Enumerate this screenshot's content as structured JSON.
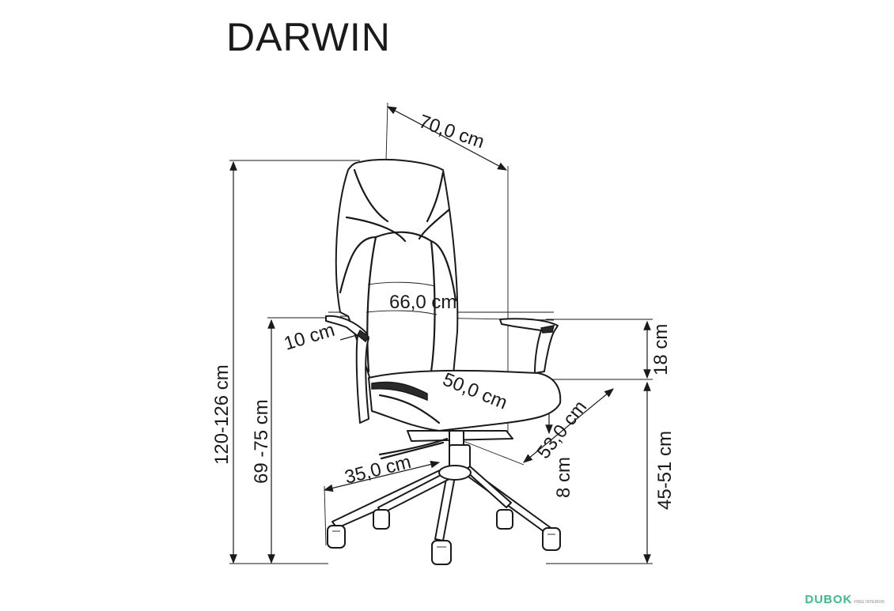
{
  "title": "DARWIN",
  "dimensions": {
    "depth_top": "70,0 cm",
    "seat_width": "66,0 cm",
    "armrest": "10 cm",
    "arm_height_above_seat": "18 cm",
    "seat_depth": "50,0 cm",
    "seat_width_front": "53,0 cm",
    "seat_thickness": "8 cm",
    "total_height": "120-126 cm",
    "arm_height": "69 -75 cm",
    "seat_height": "45-51 cm",
    "base_radius": "35,0 cm"
  },
  "watermark": {
    "brand": "DUBOK",
    "tagline": "FREE INTERIOR"
  }
}
